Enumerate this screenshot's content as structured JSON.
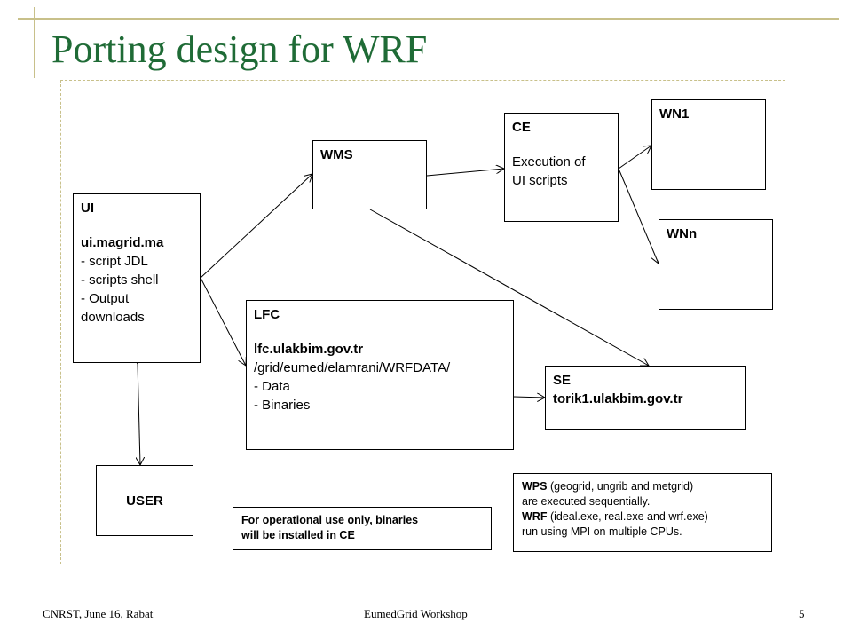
{
  "slide": {
    "title": "Porting design for WRF",
    "footer_left": "CNRST, June 16, Rabat",
    "footer_center": "EumedGrid Workshop",
    "page_number": "5"
  },
  "nodes": {
    "ui": {
      "title": "UI",
      "host": "ui.magrid.ma",
      "lines": [
        "- script JDL",
        "- scripts shell",
        "- Output",
        "downloads"
      ]
    },
    "wms": {
      "title": "WMS"
    },
    "ce": {
      "title": "CE",
      "lines": [
        "Execution of",
        "UI scripts"
      ]
    },
    "wn1": {
      "title": "WN1"
    },
    "wnn": {
      "title": "WNn"
    },
    "lfc": {
      "title": "LFC",
      "host": "lfc.ulakbim.gov.tr",
      "lines": [
        "/grid/eumed/elamrani/WRFDATA/",
        "- Data",
        "- Binaries"
      ]
    },
    "se": {
      "title": "SE",
      "host": "torik1.ulakbim.gov.tr"
    },
    "user": {
      "title": "USER"
    }
  },
  "notes": {
    "operational": [
      "For operational use only, binaries",
      "will be installed in CE"
    ],
    "wps": {
      "line1_bold": "WPS",
      "line1_rest": " (geogrid, ungrib and metgrid)",
      "line2": "are executed sequentially.",
      "line3_bold": "WRF",
      "line3_rest": " (ideal.exe, real.exe and wrf.exe)",
      "line4": "run using MPI on multiple CPUs."
    }
  },
  "colors": {
    "title": "#1f6b36",
    "decoration": "#c8c08a"
  }
}
